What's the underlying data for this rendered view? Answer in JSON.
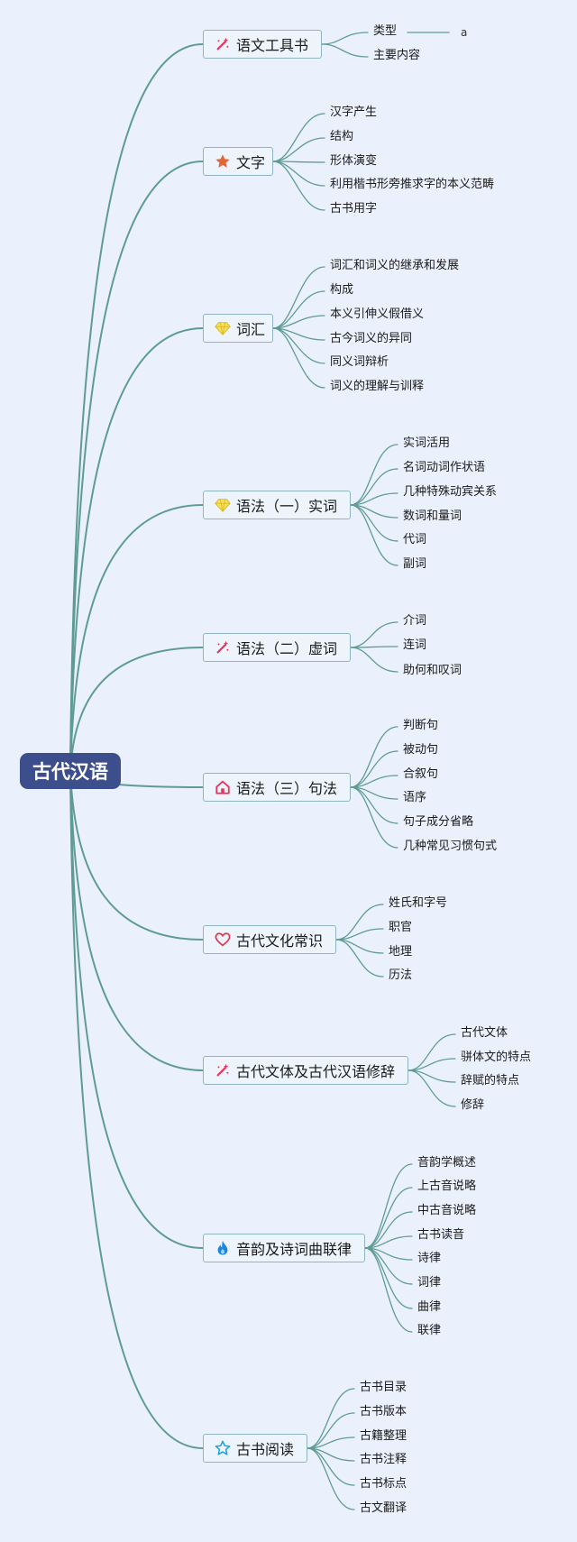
{
  "root": {
    "label": "古代汉语"
  },
  "colors": {
    "line": "#5f9b95",
    "root_bg": "#3d4e8c",
    "node_border": "#8fb4c4",
    "node_bg": "#edf4fb",
    "background": "#eaf1fc"
  },
  "branches": [
    {
      "label": "语文工具书",
      "icon": "magic-wand-icon",
      "children": [
        "类型",
        "主要内容"
      ]
    },
    {
      "label": "文字",
      "icon": "star-filled-icon",
      "children": [
        "汉字产生",
        "结构",
        "形体演变",
        "利用楷书形旁推求字的本义范畴",
        "古书用字"
      ]
    },
    {
      "label": "词汇",
      "icon": "gem-icon",
      "children": [
        "词汇和词义的继承和发展",
        "构成",
        "本义引伸义假借义",
        "古今词义的异同",
        "同义词辩析",
        "词义的理解与训释"
      ]
    },
    {
      "label": "语法（一）实词",
      "icon": "gem-icon",
      "children": [
        "实词活用",
        "名词动词作状语",
        "几种特殊动宾关系",
        "数词和量词",
        "代词",
        "副词"
      ]
    },
    {
      "label": "语法（二）虚词",
      "icon": "magic-wand-icon",
      "children": [
        "介词",
        "连词",
        "助何和叹词"
      ]
    },
    {
      "label": "语法（三）句法",
      "icon": "home-icon",
      "children": [
        "判断句",
        "被动句",
        "合叙句",
        "语序",
        "句子成分省略",
        "几种常见习惯句式"
      ]
    },
    {
      "label": "古代文化常识",
      "icon": "heart-icon",
      "children": [
        "姓氏和字号",
        "职官",
        "地理",
        "历法"
      ]
    },
    {
      "label": "古代文体及古代汉语修辞",
      "icon": "magic-wand-icon",
      "children": [
        "古代文体",
        "骈体文的特点",
        "辞赋的特点",
        "修辞"
      ]
    },
    {
      "label": "音韵及诗词曲联律",
      "icon": "flame-icon",
      "children": [
        "音韵学概述",
        "上古音说略",
        "中古音说略",
        "古书读音",
        "诗律",
        "词律",
        "曲律",
        "联律"
      ]
    },
    {
      "label": "古书阅读",
      "icon": "star-outline-icon",
      "children": [
        "古书目录",
        "古书版本",
        "古籍整理",
        "古书注释",
        "古书标点",
        "古文翻译"
      ]
    }
  ],
  "stray_label": "a"
}
